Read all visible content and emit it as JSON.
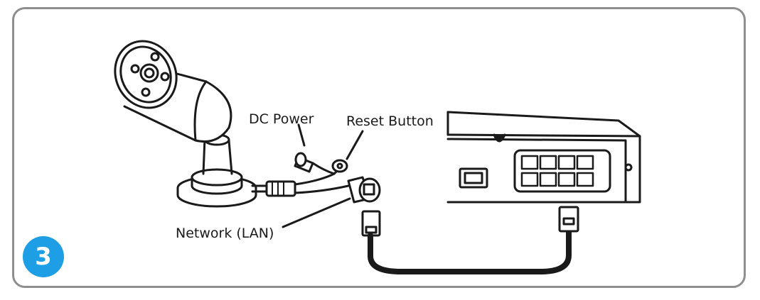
{
  "labels": {
    "dc_power": "DC Power",
    "reset_button": "Reset Button",
    "network_lan": "Network (LAN)"
  },
  "step": {
    "number": "3",
    "color": "#1e9ee4"
  },
  "colors": {
    "line": "#1a1a1a",
    "frame": "#8f8f8f"
  }
}
